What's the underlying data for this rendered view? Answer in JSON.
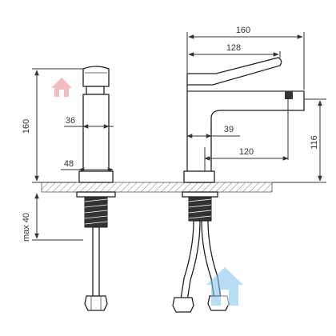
{
  "dimensions": {
    "overall_height": "160",
    "overall_length": "160",
    "spout_reach": "128",
    "body_width_side": "36",
    "base_width_side": "48",
    "spout_outlet_width": "39",
    "outlet_height": "116",
    "spout_projection": "120",
    "max_counter_thickness": "max 40"
  },
  "colors": {
    "line": "#333333",
    "hatch": "#7a7a7a",
    "watermark_red": "#e8888c",
    "watermark_blue": "#7fc3e8"
  },
  "icons": {
    "watermark_left": "house-icon",
    "watermark_right": "house-icon"
  }
}
